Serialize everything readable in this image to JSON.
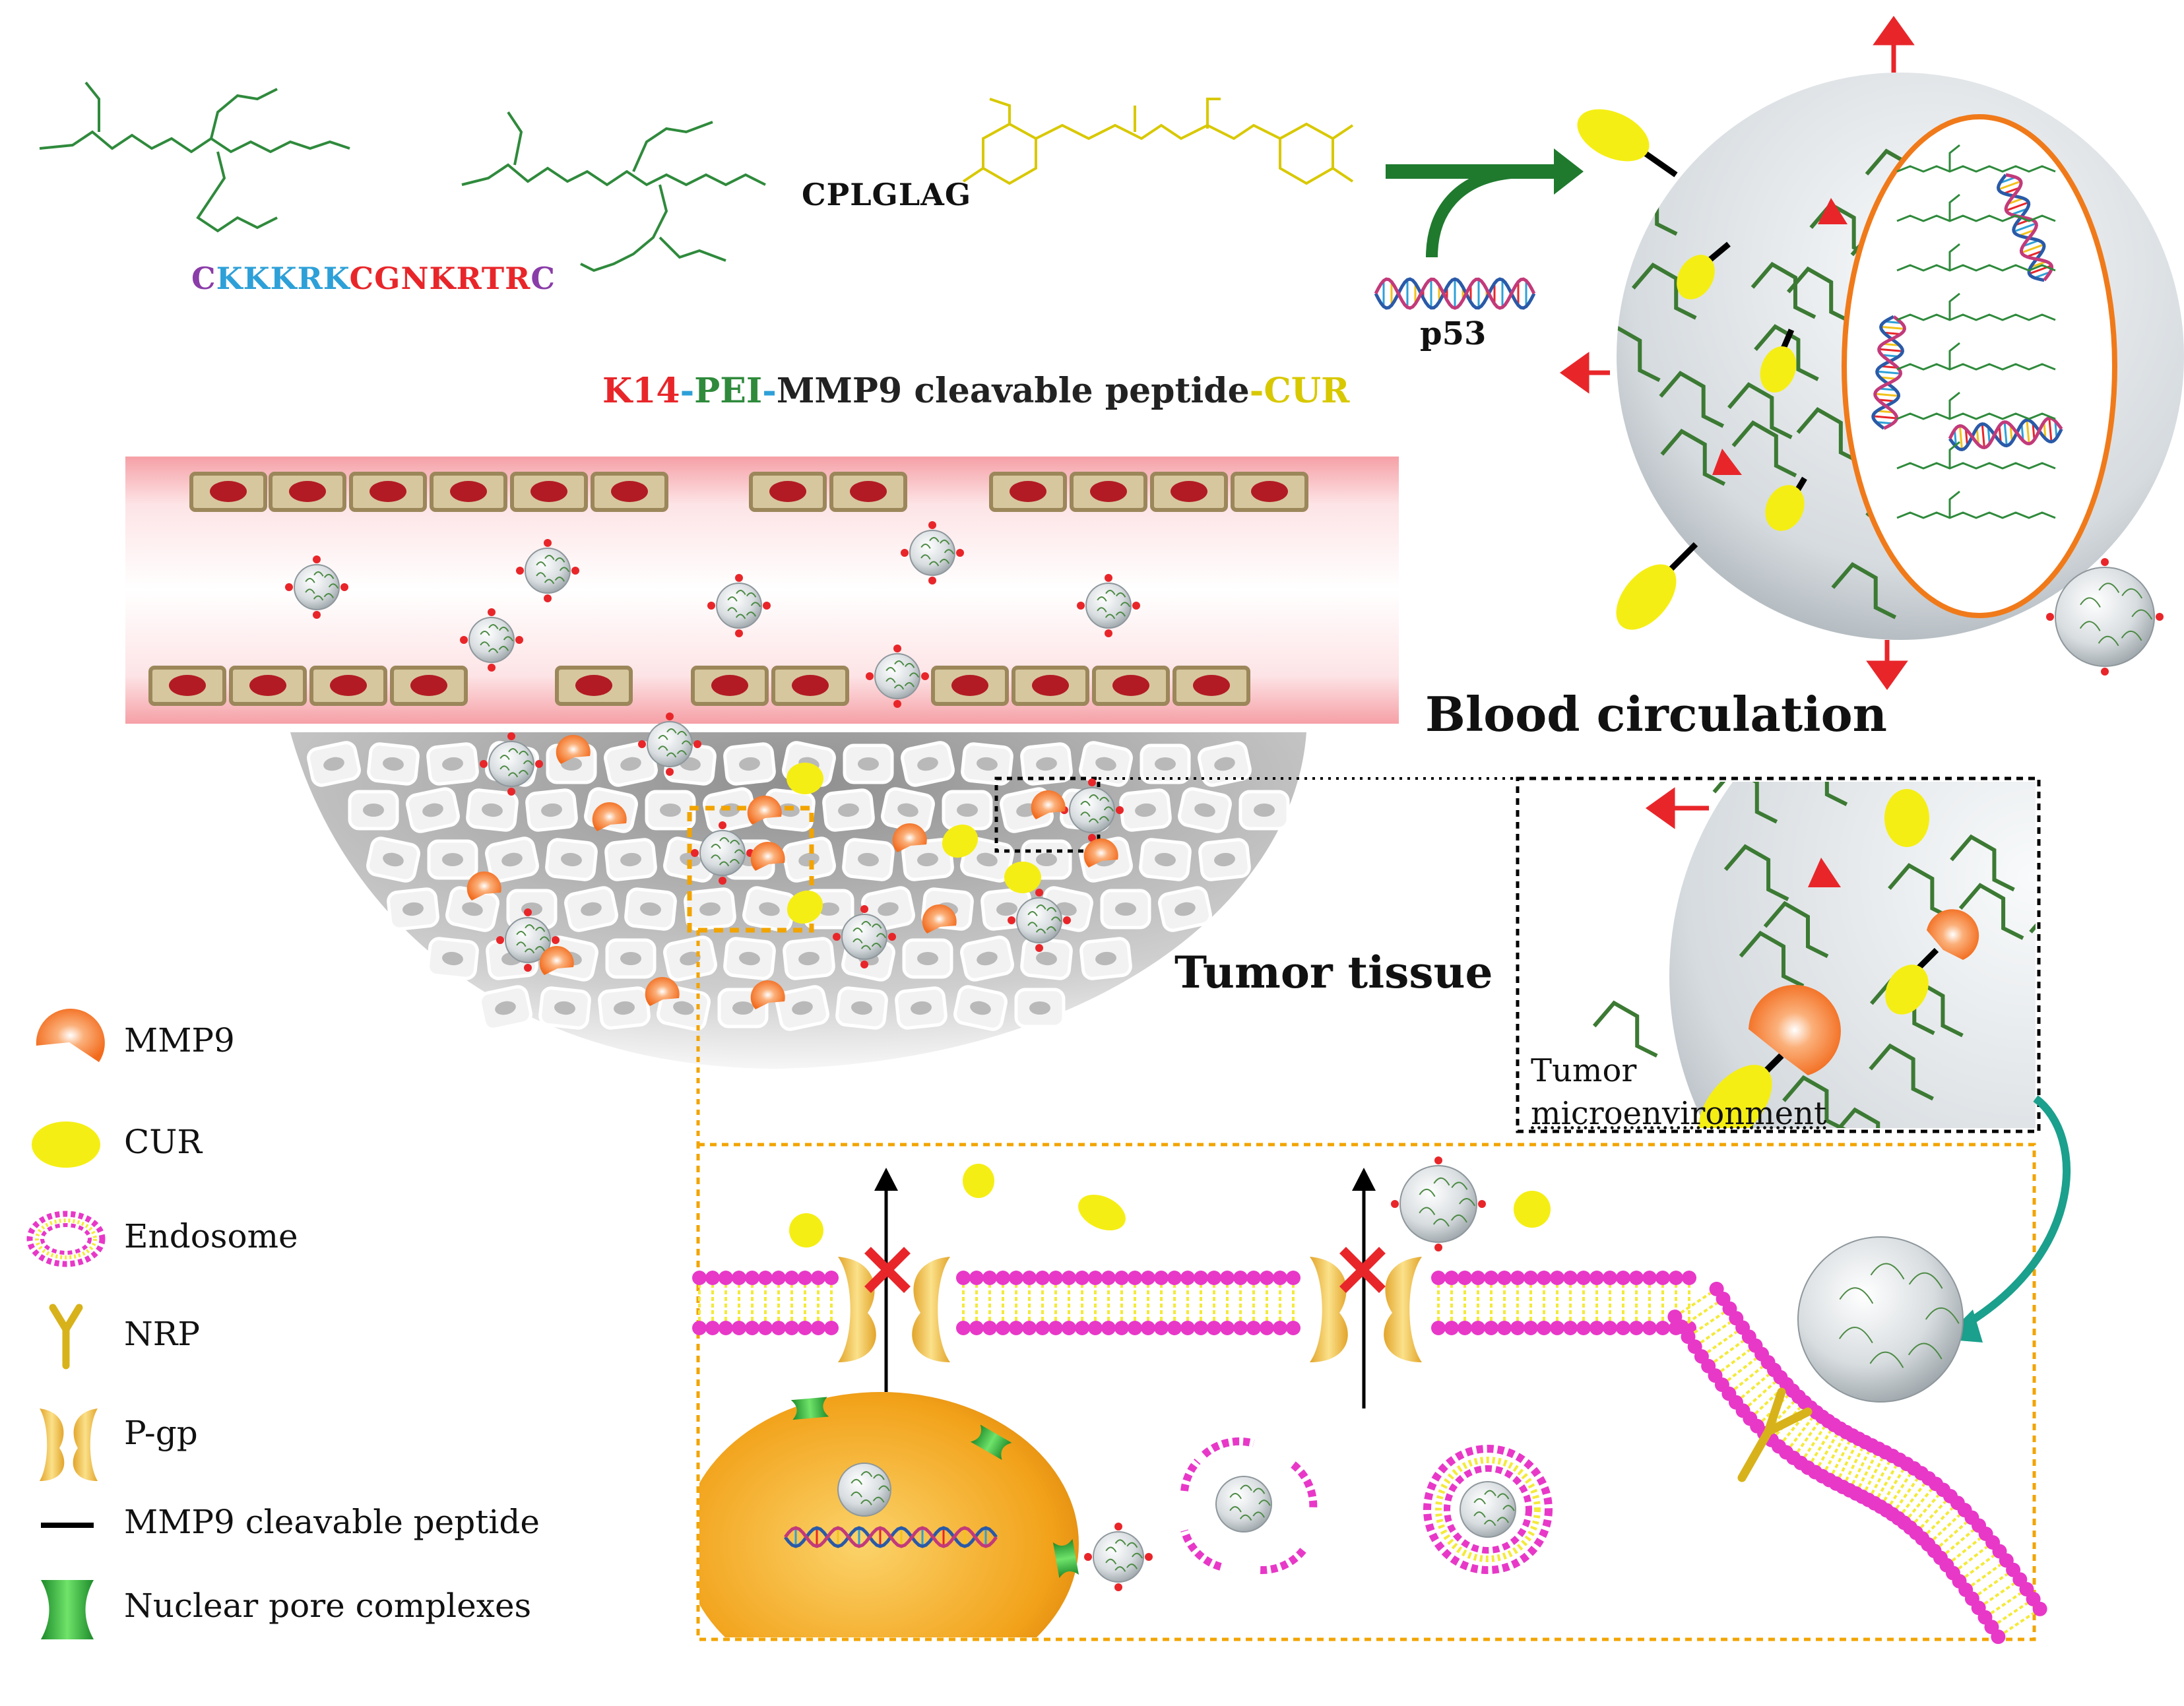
{
  "colors": {
    "pei_green": "#2f8a3c",
    "cur_yellow": "#f2ea00",
    "mmp9_orange": "#f26b1d",
    "arrow_red": "#e8262a",
    "arrow_green": "#1f7a2e",
    "membrane_pink": "#e838c8",
    "tail_yellow": "#f4ea3a",
    "vessel_pink": "#f6a3a8",
    "cell_tan": "#c8b58a",
    "nucleus_red": "#b21b24",
    "nucleus_orange": "#f2a21a",
    "dashed_orange": "#f2a400",
    "teal_arrow": "#1aa08c"
  },
  "top": {
    "peptide_left": {
      "segments": [
        {
          "text": "C",
          "color": "#8a3ca8"
        },
        {
          "text": "KKKRK",
          "color": "#2ea0d8"
        },
        {
          "text": "CGNKRTR",
          "color": "#e8262a"
        },
        {
          "text": "C",
          "color": "#8a3ca8"
        }
      ]
    },
    "cleavable_seq": "CPLGLAG",
    "dna_label": "p53",
    "conjugate_label": {
      "segments": [
        {
          "text": "K14",
          "color": "#e8262a"
        },
        {
          "text": "-",
          "color": "#2ea0d8"
        },
        {
          "text": "PEI",
          "color": "#2f8a3c"
        },
        {
          "text": "-",
          "color": "#2ea0d8"
        },
        {
          "text": "MMP9 cleavable peptide",
          "color": "#222222"
        },
        {
          "text": "-CUR",
          "color": "#d8c800"
        }
      ]
    }
  },
  "labels": {
    "blood": "Blood circulation",
    "tumor_tissue": "Tumor tissue",
    "micro_line1": "Tumor",
    "micro_line2": "microenvironment"
  },
  "legend": [
    {
      "icon": "mmp9-icon",
      "label": "MMP9"
    },
    {
      "icon": "cur-icon",
      "label": "CUR"
    },
    {
      "icon": "endosome-icon",
      "label": "Endosome"
    },
    {
      "icon": "nrp-icon",
      "label": "NRP"
    },
    {
      "icon": "pgp-icon",
      "label": "P-gp"
    },
    {
      "icon": "peptide-icon",
      "label": "MMP9 cleavable peptide"
    },
    {
      "icon": "npc-icon",
      "label": "Nuclear pore complexes"
    }
  ]
}
